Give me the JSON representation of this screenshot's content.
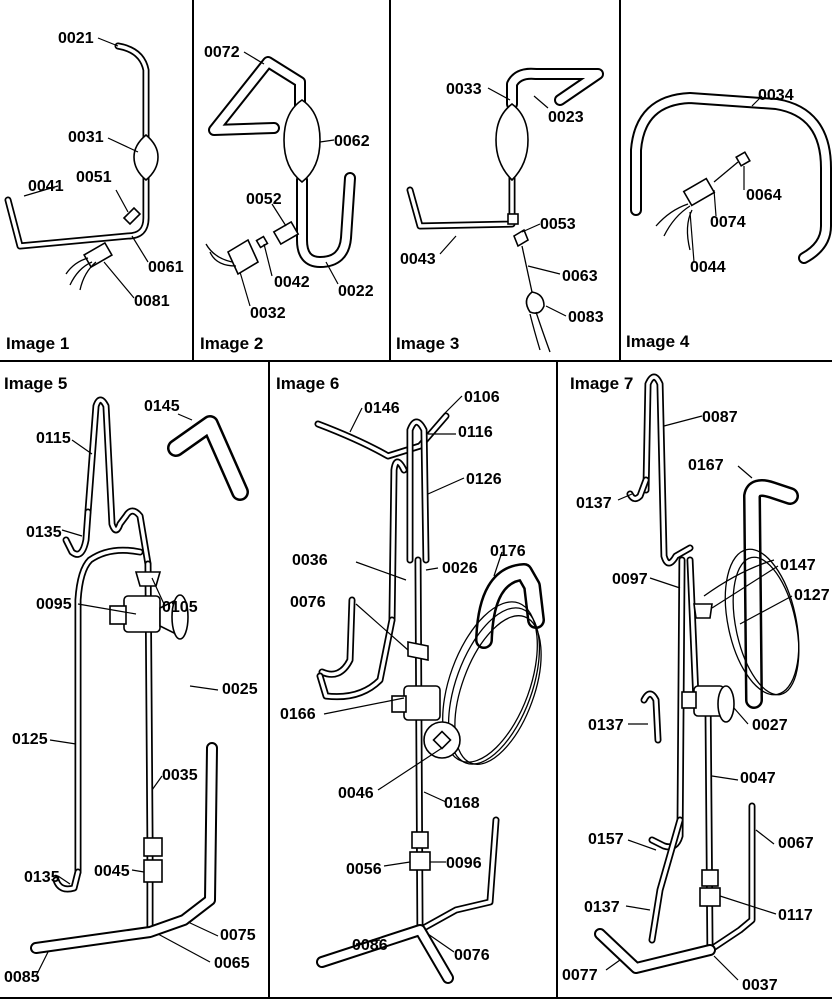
{
  "panels": [
    {
      "title": "Image 1",
      "labels": [
        "0021",
        "0031",
        "0041",
        "0051",
        "0061",
        "0081"
      ]
    },
    {
      "title": "Image 2",
      "labels": [
        "0072",
        "0062",
        "0052",
        "0032",
        "0042",
        "0022"
      ]
    },
    {
      "title": "Image 3",
      "labels": [
        "0033",
        "0023",
        "0053",
        "0043",
        "0063",
        "0083"
      ]
    },
    {
      "title": "Image 4",
      "labels": [
        "0034",
        "0064",
        "0074",
        "0044"
      ]
    },
    {
      "title": "Image 5",
      "labels": [
        "0145",
        "0115",
        "0135",
        "0095",
        "0105",
        "0025",
        "0125",
        "0035",
        "0045",
        "0135",
        "0075",
        "0065",
        "0085"
      ]
    },
    {
      "title": "Image 6",
      "labels": [
        "0146",
        "0106",
        "0116",
        "0126",
        "0036",
        "0026",
        "0176",
        "0076",
        "0166",
        "0046",
        "0168",
        "0056",
        "0096",
        "0086",
        "0076"
      ]
    },
    {
      "title": "Image 7",
      "labels": [
        "0087",
        "0137",
        "0167",
        "0097",
        "0147",
        "0127",
        "0137",
        "0027",
        "0047",
        "0157",
        "0067",
        "0137",
        "0117",
        "0077",
        "0037"
      ]
    }
  ]
}
